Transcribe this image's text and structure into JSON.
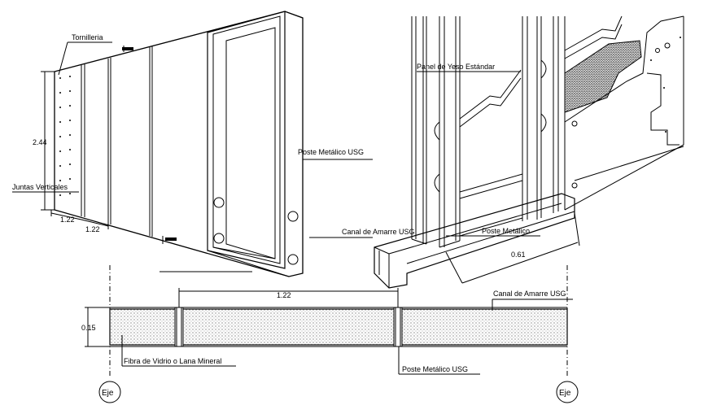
{
  "labels": {
    "tornilleria": "Tornilleria",
    "juntas_verticales": "Juntas Verticales",
    "poste_metalico_usg_top": "Poste Metálico USG",
    "panel_yeso": "Panel de Yeso Estándar",
    "canal_amarre_usg_top": "Canal de Amarre USG",
    "poste_metalico": "Poste Metálico",
    "canal_amarre_usg_bottom": "Canal de Amarre USG",
    "fibra_vidrio": "Fibra de Vidrio o Lana Mineral",
    "poste_metalico_usg_bottom": "Poste Metálico USG"
  },
  "dimensions": {
    "height_left": "2.44",
    "width_a": "1.22",
    "width_b": "1.22",
    "spacing_right": "0.61",
    "section_span": "1.22",
    "section_thickness": "0.15"
  },
  "axis": {
    "left": "Eje",
    "right": "Eje"
  },
  "colors": {
    "line": "#000000",
    "fill_texture": "#bdbdbd"
  }
}
